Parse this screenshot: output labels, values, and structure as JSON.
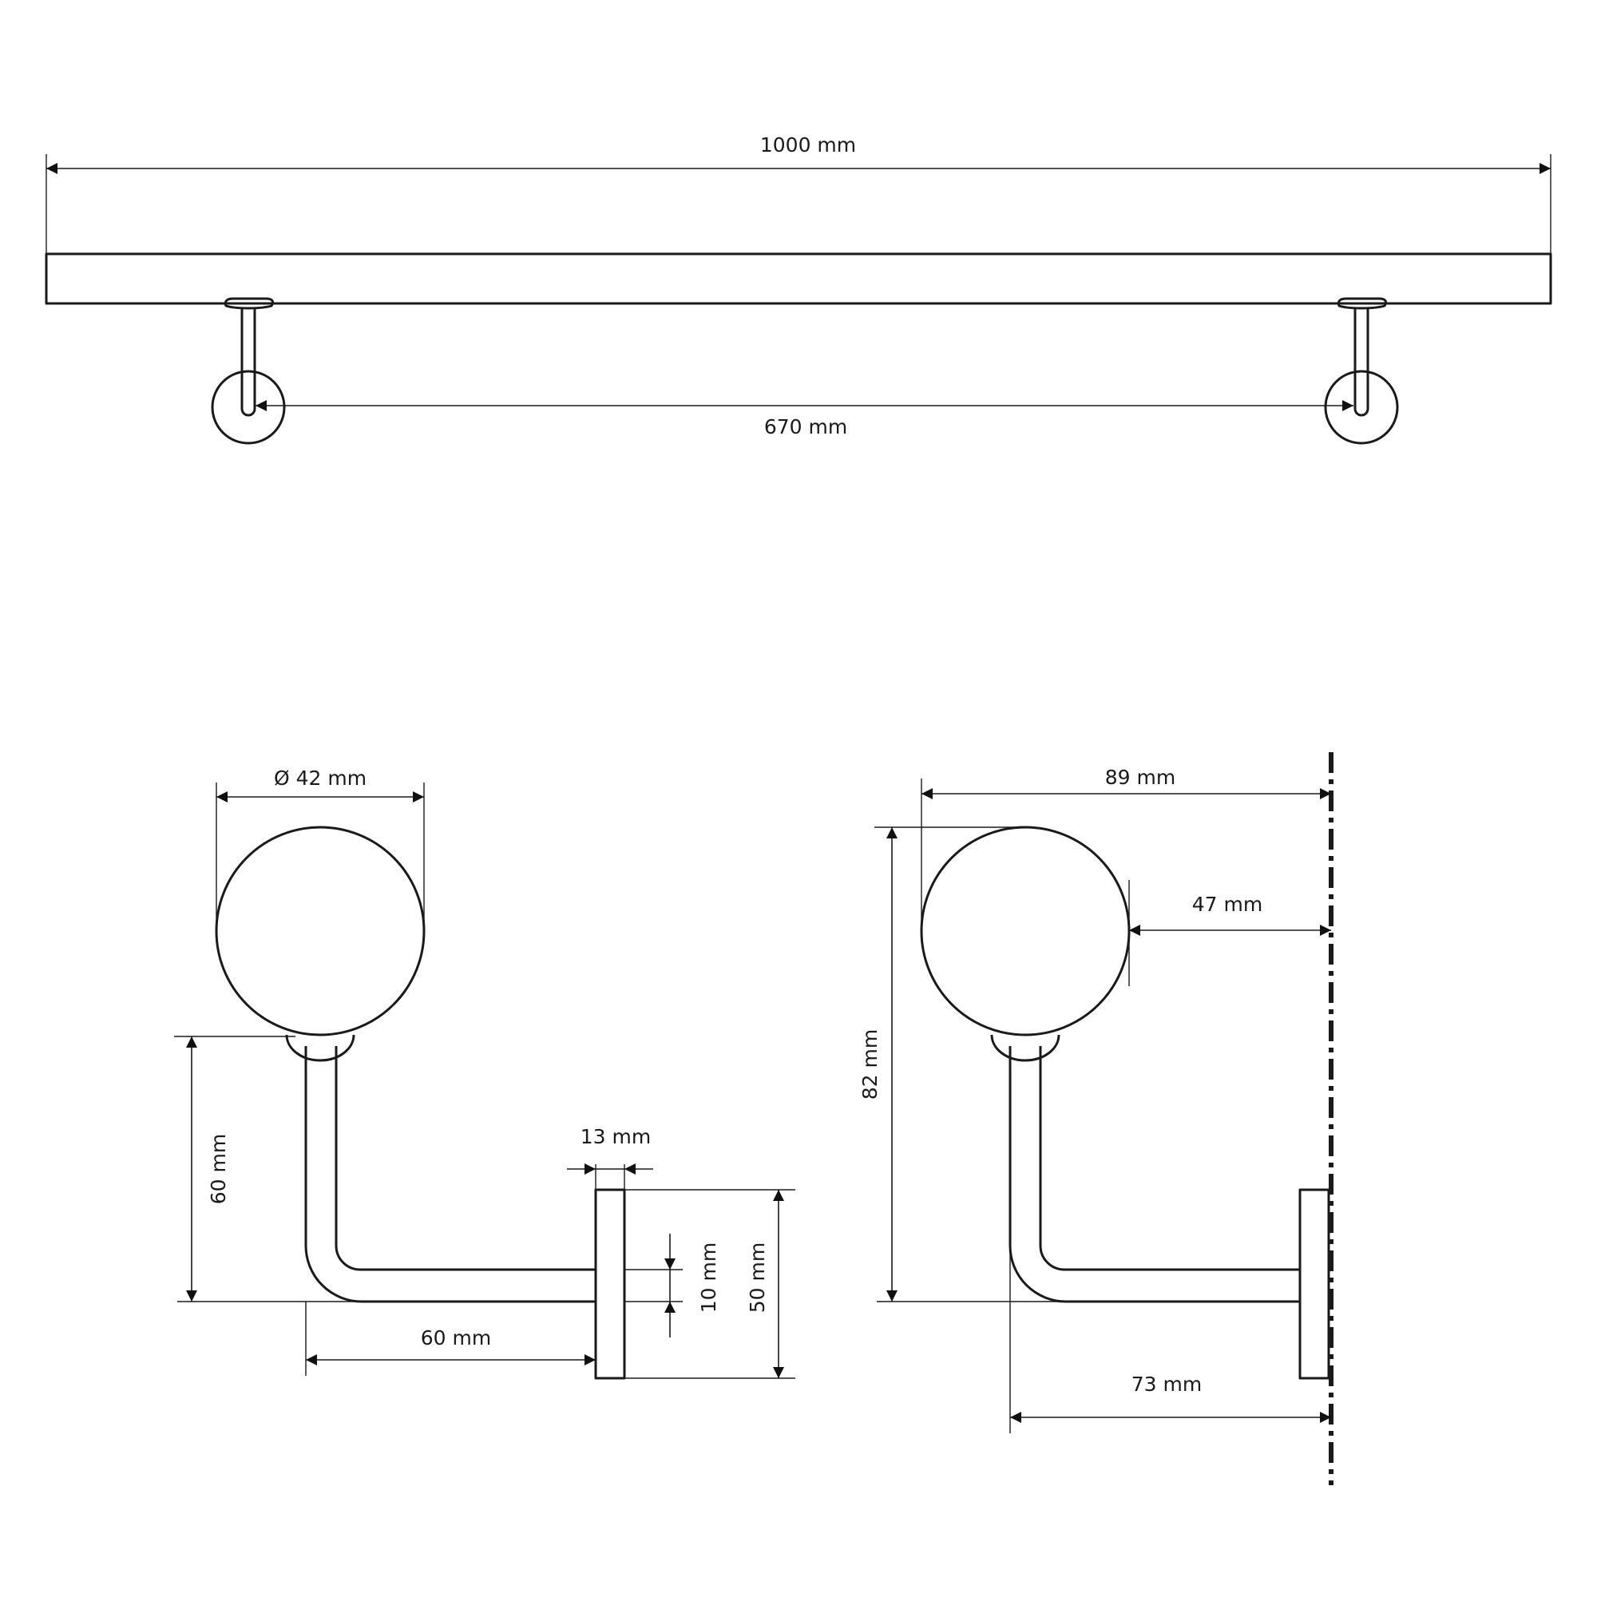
{
  "dimensions": {
    "rail_length": "1000 mm",
    "bracket_spacing": "670 mm",
    "rail_diameter": "Ø 42 mm",
    "bracket_height": "60 mm",
    "bracket_arm": "60 mm",
    "plate_thickness": "13 mm",
    "screw_hole": "10 mm",
    "plate_height": "50 mm",
    "wall_to_rail_outer": "89 mm",
    "wall_to_rail_inner": "47 mm",
    "total_height": "82 mm",
    "wall_to_bracket": "73 mm"
  }
}
